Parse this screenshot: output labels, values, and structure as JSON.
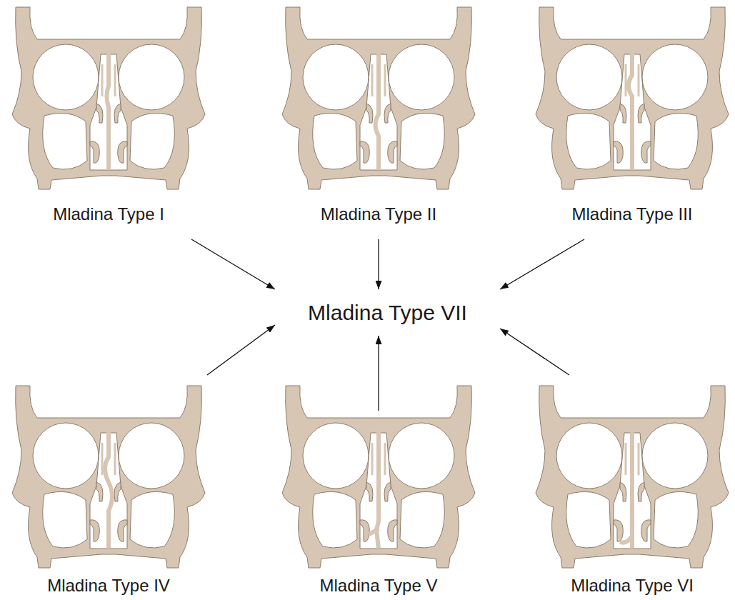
{
  "diagram": {
    "nodes": [
      {
        "text": [
          "Mladina Type I"
        ]
      },
      {
        "text": [
          "Mladina Type II"
        ]
      },
      {
        "text": [
          "Mladina Type III"
        ]
      },
      {
        "text": [
          "Mladina Type VII"
        ]
      },
      {
        "text": [
          "Mladina Type IV"
        ]
      },
      {
        "text": [
          "Mladina Type V"
        ]
      },
      {
        "text": [
          "Mladina Type VI"
        ]
      }
    ],
    "edges": [
      {
        "from": 0,
        "to": 3,
        "arrow": "to"
      },
      {
        "from": 1,
        "to": 3,
        "arrow": "to"
      },
      {
        "from": 2,
        "to": 3,
        "arrow": "to"
      },
      {
        "from": 4,
        "to": 3,
        "arrow": "to"
      },
      {
        "from": 5,
        "to": 3,
        "arrow": "to"
      },
      {
        "from": 6,
        "to": 3,
        "arrow": "to"
      }
    ]
  }
}
